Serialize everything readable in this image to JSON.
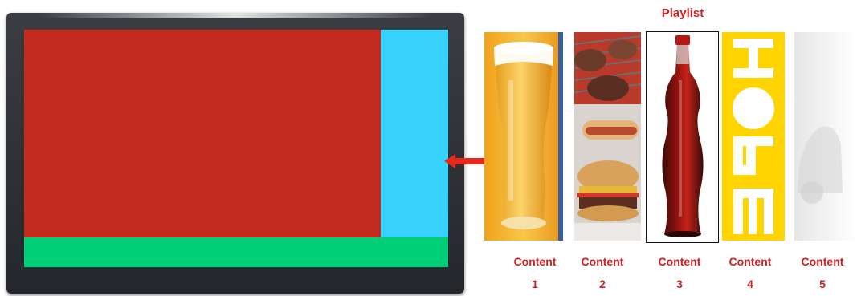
{
  "playlist": {
    "title": "Playlist",
    "items": [
      {
        "label": "Content",
        "number": "1",
        "icon": "beer-glass-icon"
      },
      {
        "label": "Content",
        "number": "2",
        "icon": "burger-grill-icon"
      },
      {
        "label": "Content",
        "number": "3",
        "icon": "cola-bottle-icon",
        "selected": true
      },
      {
        "label": "Content",
        "number": "4",
        "icon": "hope-poster-icon"
      },
      {
        "label": "Content",
        "number": "5",
        "icon": "faded-car-icon"
      }
    ]
  },
  "screen": {
    "zones": [
      {
        "name": "main",
        "color": "#c42b1f"
      },
      {
        "name": "side",
        "color": "#37d2fb"
      },
      {
        "name": "ticker",
        "color": "#00cf77"
      }
    ],
    "frame_color": "#2b2e33"
  },
  "colors": {
    "accent_red": "#d21f1f",
    "arrow": "#e8291c"
  }
}
